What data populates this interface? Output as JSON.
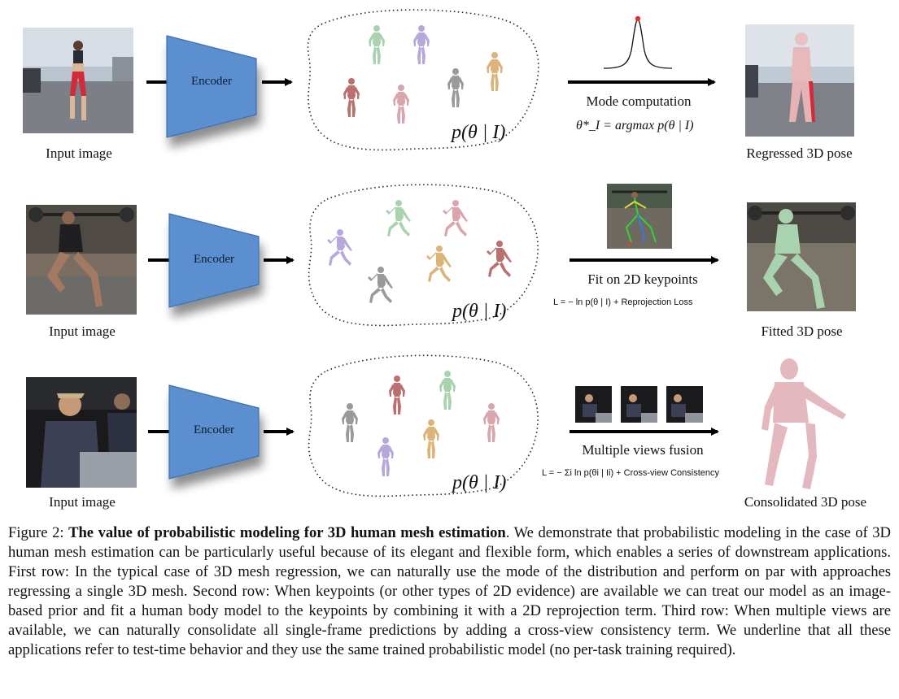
{
  "rows": [
    {
      "input_label": "Input image",
      "encoder_label": "Encoder",
      "distribution_label": "p(θ | I)",
      "method_label": "Mode computation",
      "formula": "θ*_I = argmax p(θ | I)",
      "output_label": "Regressed 3D pose"
    },
    {
      "input_label": "Input image",
      "encoder_label": "Encoder",
      "distribution_label": "p(θ | I)",
      "method_label": "Fit on 2D keypoints",
      "formula": "L = − ln p(θ | I) + Reprojection Loss",
      "output_label": "Fitted 3D pose"
    },
    {
      "input_label": "Input image",
      "encoder_label": "Encoder",
      "distribution_label": "p(θ | I)",
      "method_label": "Multiple views fusion",
      "formula": "L = − Σi ln p(θi | Ii) + Cross-view Consistency",
      "output_label": "Consolidated 3D pose"
    }
  ],
  "caption": {
    "prefix": "Figure 2: ",
    "title": "The value of probabilistic modeling for 3D human mesh estimation",
    "body": ". We demonstrate that probabilistic modeling in the case of 3D human mesh estimation can be particularly useful because of its elegant and flexible form, which enables a series of downstream applications. First row: In the typical case of 3D mesh regression, we can naturally use the mode of the distribution and perform on par with approaches regressing a single 3D mesh. Second row: When keypoints (or other types of 2D evidence) are available we can treat our model as an image-based prior and fit a human body model to the keypoints by combining it with a 2D reprojection term. Third row: When multiple views are available, we can naturally consolidate all single-frame predictions by adding a cross-view consistency term. We underline that all these applications refer to test-time behavior and they use the same trained probabilistic model (no per-task training required)."
  },
  "colors": {
    "encoder_fill": "#5b8fd0",
    "encoder_stroke": "#3d6fae",
    "mesh_pink": "#d9a6ad",
    "mesh_green": "#a9d3ae",
    "mesh_purple": "#b7a8dc",
    "mesh_red": "#b9706e",
    "mesh_gray": "#9a9a9a",
    "mesh_tan": "#dcb47a",
    "arrow": "#000000"
  }
}
